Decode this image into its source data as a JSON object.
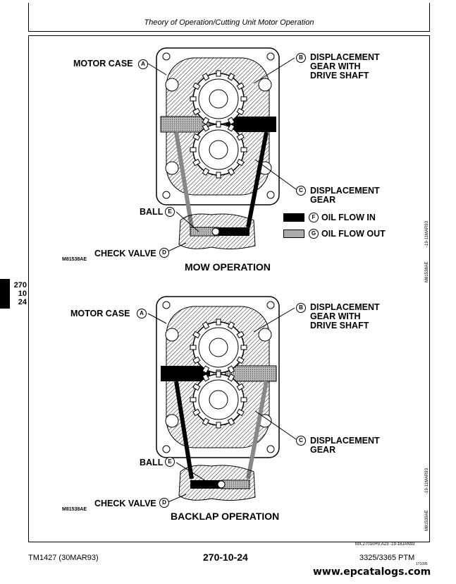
{
  "header": {
    "title": "Theory of Operation/Cutting Unit Motor Operation"
  },
  "top_diagram": {
    "label_a": "MOTOR CASE",
    "label_b": [
      "DISPLACEMENT",
      "GEAR WITH",
      "DRIVE SHAFT"
    ],
    "label_c": [
      "DISPLACEMENT",
      "GEAR"
    ],
    "label_d": "CHECK VALVE",
    "label_e": "BALL",
    "label_f": "OIL FLOW IN",
    "label_g": "OIL FLOW OUT",
    "fig_id": "M81538AE",
    "title": "MOW OPERATION",
    "side_code_1": "M81538AE",
    "side_code_2": "-19-11MAR93"
  },
  "bottom_diagram": {
    "label_a": "MOTOR CASE",
    "label_b": [
      "DISPLACEMENT",
      "GEAR WITH",
      "DRIVE SHAFT"
    ],
    "label_c": [
      "DISPLACEMENT",
      "GEAR"
    ],
    "label_d": "CHECK VALVE",
    "label_e": "BALL",
    "fig_id": "M81538AE",
    "title": "BACKLAP OPERATION",
    "side_code_1": "M81539AE",
    "side_code_2": "-19-11MAR93"
  },
  "callouts": {
    "a": "A",
    "b": "B",
    "c": "C",
    "d": "D",
    "e": "E",
    "f": "F",
    "g": "G"
  },
  "side_tab": [
    "270",
    "10",
    "24"
  ],
  "footer": {
    "doc_code": "MX,27010HV,A23 -19-18JAN93",
    "left": "TM1427 (30MAR93)",
    "center": "270-10-24",
    "right": "3325/3365 PTM",
    "date": "171095",
    "watermark": "www.epcatalogs.com"
  },
  "colors": {
    "oil_in": "#000000",
    "oil_out": "#9a9a9a"
  }
}
